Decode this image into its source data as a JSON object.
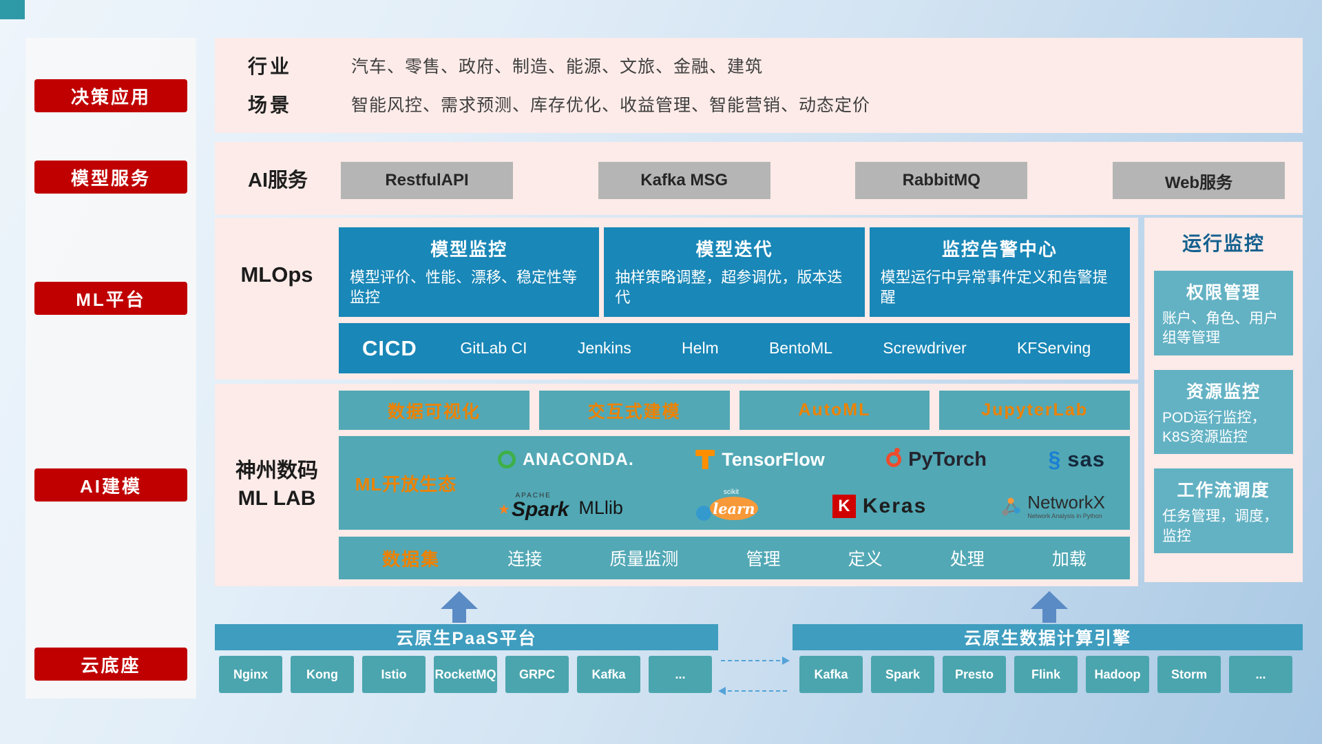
{
  "colors": {
    "accent_red": "#c00000",
    "teal_dark": "#1987b7",
    "teal_light": "#52a8b5",
    "teal_bar": "#3f9dbf",
    "monitor_card": "#63b2c4",
    "orange_accent": "#ee8200",
    "panel_pink": "#fcebe8",
    "gray_chip": "#b5b5b5"
  },
  "sidebar": {
    "items": [
      "决策应用",
      "模型服务",
      "ML平台",
      "AI建模",
      "云底座"
    ]
  },
  "industry": {
    "row1_label": "行业",
    "row1_text": "汽车、零售、政府、制造、能源、文旅、金融、建筑",
    "row2_label": "场景",
    "row2_text": "智能风控、需求预测、库存优化、收益管理、智能营销、动态定价"
  },
  "ai_service": {
    "label": "AI服务",
    "buttons": [
      "RestfulAPI",
      "Kafka MSG",
      "RabbitMQ",
      "Web服务"
    ]
  },
  "mlops": {
    "label": "MLOps",
    "cards": [
      {
        "title": "模型监控",
        "desc": "模型评价、性能、漂移、稳定性等监控"
      },
      {
        "title": "模型迭代",
        "desc": "抽样策略调整，超参调优，版本迭代"
      },
      {
        "title": "监控告警中心",
        "desc": "模型运行中异常事件定义和告警提醒"
      }
    ],
    "cicd_label": "CICD",
    "cicd_items": [
      "GitLab CI",
      "Jenkins",
      "Helm",
      "BentoML",
      "Screwdriver",
      "KFServing"
    ]
  },
  "mllab": {
    "label_line1": "神州数码",
    "label_line2": "ML LAB",
    "tools": [
      "数据可视化",
      "交互式建模",
      "AutoML",
      "JupyterLab"
    ],
    "eco": {
      "label": "ML开放生态",
      "anaconda": "ANACONDA.",
      "tensorflow": "TensorFlow",
      "pytorch": "PyTorch",
      "sas": "sas",
      "spark_small": "APACHE",
      "spark": "Spark",
      "mllib": "MLlib",
      "sklearn_small": "scikit",
      "sklearn": "learn",
      "keras_letter": "K",
      "keras": "Keras",
      "networkx": "NetworkX",
      "networkx_sub": "Network Analysis in Python"
    },
    "data_row": {
      "first": "数据集",
      "items": [
        "连接",
        "质量监测",
        "管理",
        "定义",
        "处理",
        "加载"
      ]
    }
  },
  "monitor": {
    "title": "运行监控",
    "cards": [
      {
        "title": "权限管理",
        "desc": "账户、角色、用户组等管理"
      },
      {
        "title": "资源监控",
        "desc": "POD运行监控，K8S资源监控"
      },
      {
        "title": "工作流调度",
        "desc": "任务管理，调度，监控"
      }
    ]
  },
  "foundation": {
    "paas": {
      "title": "云原生PaaS平台",
      "items": [
        "Nginx",
        "Kong",
        "Istio",
        "RocketMQ",
        "GRPC",
        "Kafka",
        "..."
      ]
    },
    "compute": {
      "title": "云原生数据计算引擎",
      "items": [
        "Kafka",
        "Spark",
        "Presto",
        "Flink",
        "Hadoop",
        "Storm",
        "..."
      ]
    }
  }
}
